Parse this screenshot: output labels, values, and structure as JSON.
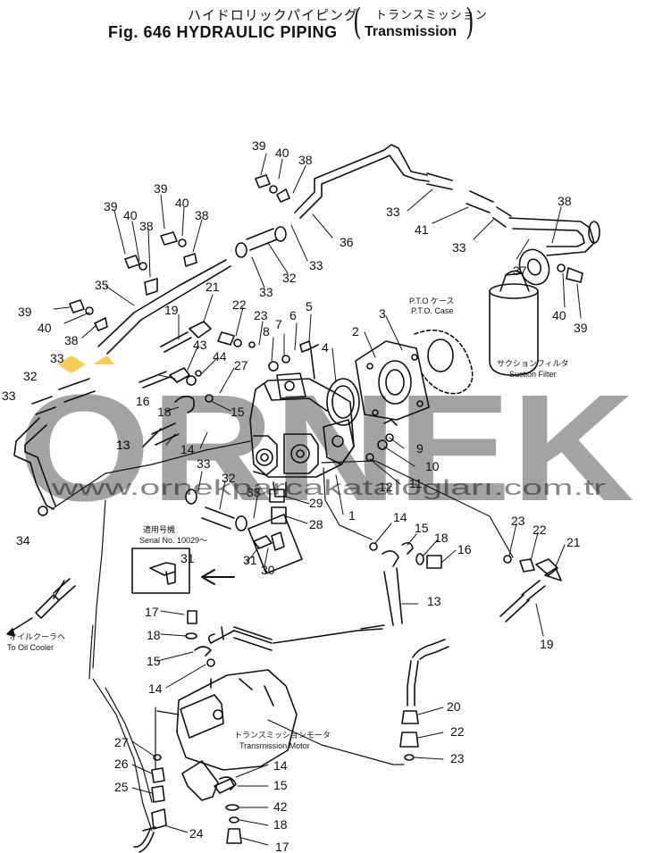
{
  "header": {
    "title_jp": "ハイドロリックパイピング",
    "subtitle_jp": "トランスミッション",
    "figure_label": "Fig. 646 HYDRAULIC PIPING",
    "subtitle_en": "Transmission"
  },
  "callouts": {
    "pto_case_jp": "P.T.O ケース",
    "pto_case_en": "P.T.O. Case",
    "suction_filter_jp": "サクションフィルタ",
    "suction_filter_en": "Suction Filter",
    "serial_jp": "適用号機",
    "serial_en": "Serial No. 10029～",
    "oil_cooler_jp": "オイルクーラヘ",
    "oil_cooler_en": "To Oil Cooler",
    "motor_jp": "トランスミッションモータ",
    "motor_en": "Transmission Motor"
  },
  "watermark": {
    "brand": "ORNEK",
    "url": "www.ornekparcakatalogları.com.tr"
  },
  "part_numbers": [
    "1",
    "2",
    "3",
    "4",
    "5",
    "6",
    "7",
    "8",
    "9",
    "10",
    "11",
    "12",
    "13",
    "13",
    "13",
    "14",
    "14",
    "14",
    "14",
    "15",
    "15",
    "15",
    "15",
    "16",
    "16",
    "17",
    "17",
    "18",
    "18",
    "18",
    "18",
    "19",
    "19",
    "20",
    "21",
    "21",
    "22",
    "22",
    "22",
    "23",
    "23",
    "23",
    "24",
    "25",
    "26",
    "27",
    "27",
    "28",
    "29",
    "30",
    "31",
    "31",
    "32",
    "32",
    "32",
    "33",
    "33",
    "33",
    "33",
    "33",
    "33",
    "33",
    "33",
    "34",
    "35",
    "36",
    "37",
    "38",
    "38",
    "38",
    "38",
    "38",
    "39",
    "39",
    "39",
    "39",
    "39",
    "40",
    "40",
    "40",
    "40",
    "40",
    "41",
    "42",
    "43",
    "44"
  ]
}
